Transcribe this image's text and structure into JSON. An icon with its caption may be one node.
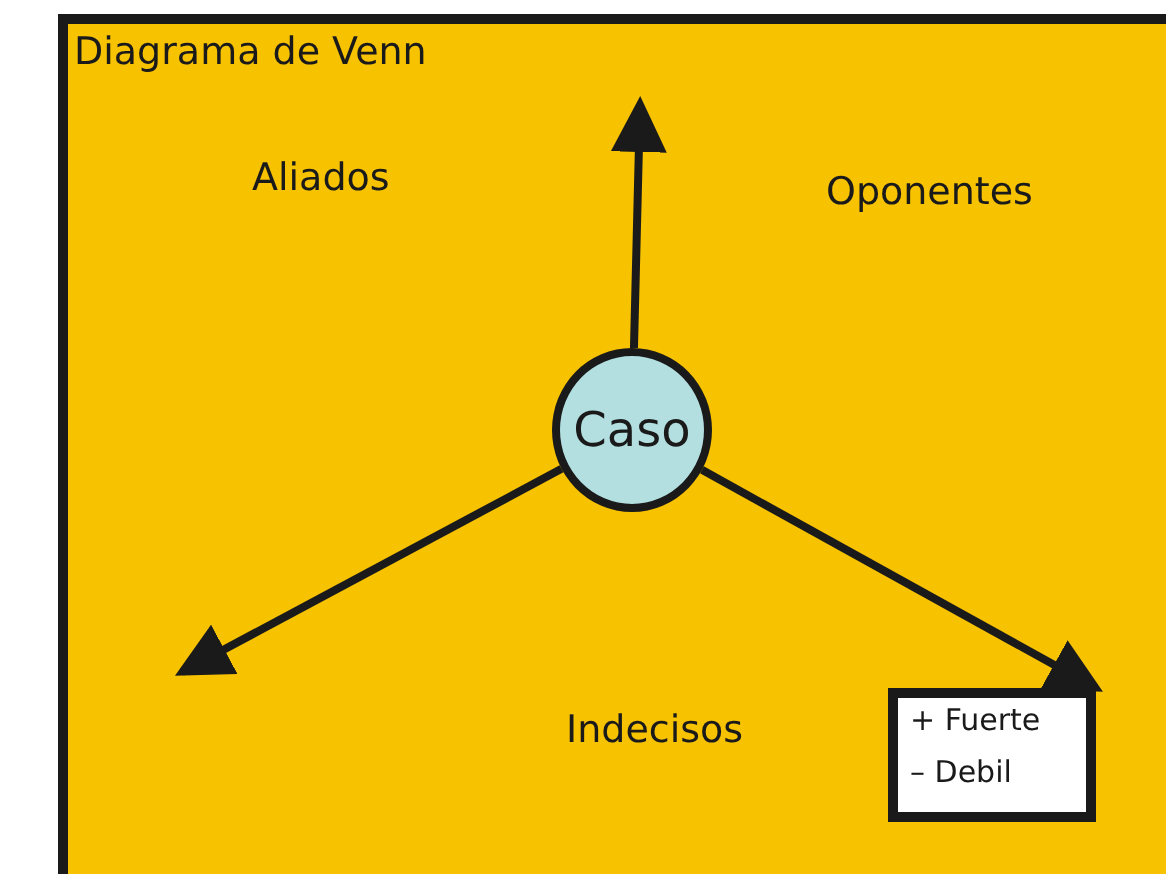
{
  "diagram": {
    "title": "Diagrama de Venn",
    "nodes": [
      {
        "text": [
          "Caso"
        ]
      },
      {
        "text": [
          "+ Fuerte",
          "– Debil"
        ]
      }
    ],
    "edges": [
      {
        "from": 0,
        "to": null,
        "arrow": "to"
      },
      {
        "from": 0,
        "to": null,
        "arrow": "to"
      },
      {
        "from": 0,
        "to": 1,
        "arrow": "to"
      }
    ],
    "labels": [
      "Aliados",
      "Oponentes",
      "Indecisos"
    ]
  }
}
